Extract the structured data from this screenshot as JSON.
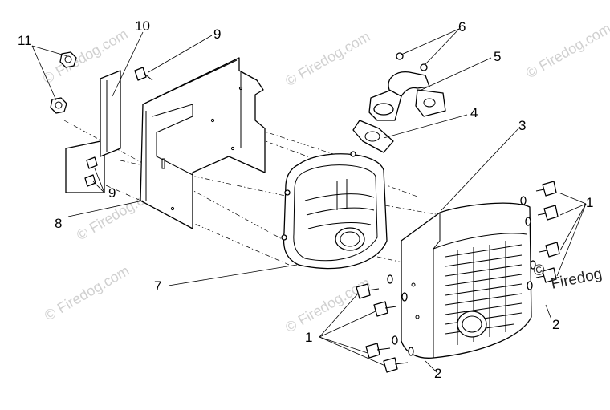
{
  "callouts": {
    "c1_right": "1",
    "c1_left": "1",
    "c2_right": "2",
    "c2_bottom": "2",
    "c3": "3",
    "c4": "4",
    "c5": "5",
    "c6": "6",
    "c7": "7",
    "c8": "8",
    "c9_top": "9",
    "c9_bottom": "9",
    "c10": "10",
    "c11": "11"
  },
  "watermark": {
    "text": "© Firedog.com",
    "brand": "Firedog",
    "symbol": "©"
  }
}
